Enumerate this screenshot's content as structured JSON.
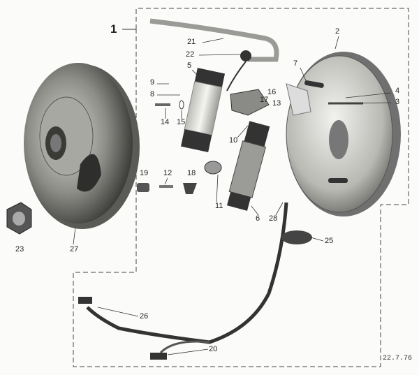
{
  "diagram": {
    "group_label": "1",
    "date_stamp": "22.7.76",
    "parts": [
      "21",
      "22",
      "2",
      "5",
      "7",
      "9",
      "8",
      "16",
      "17",
      "13",
      "4",
      "3",
      "14",
      "15",
      "10",
      "19",
      "12",
      "18",
      "11",
      "6",
      "28",
      "25",
      "23",
      "27",
      "26",
      "20"
    ]
  }
}
